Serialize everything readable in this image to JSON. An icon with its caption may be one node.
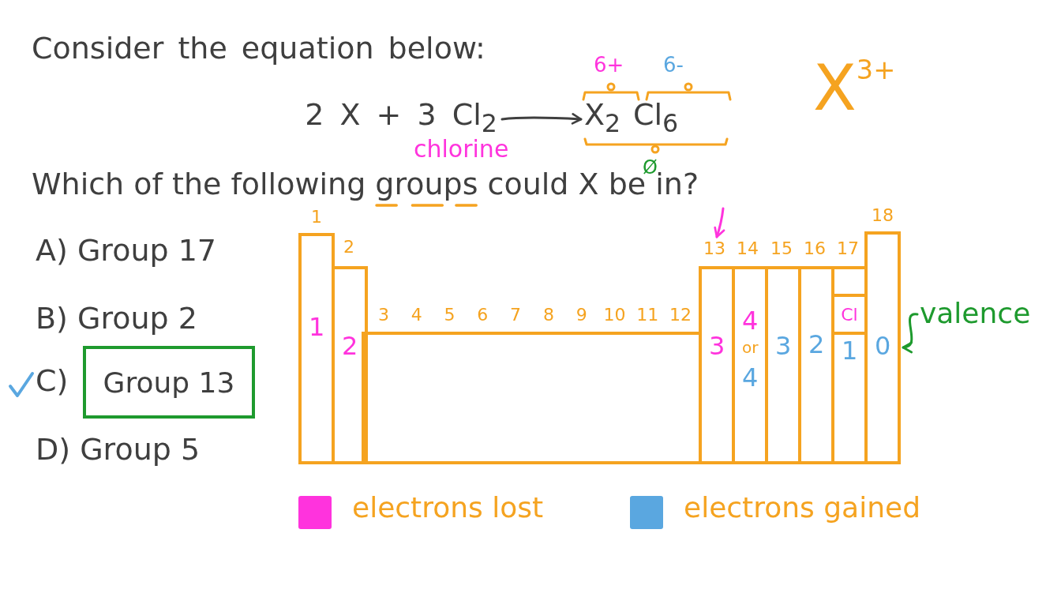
{
  "diagram": {
    "title": "Consider the equation below:",
    "nodes": [
      {
        "text": [
          "2 X + 3 Cl$_{2}$"
        ]
      },
      {
        "text": [
          "X$_{2}$",
          "Cl$_{6}$"
        ]
      },
      {
        "text": [
          "Group 13"
        ],
        "beside": [
          "C)"
        ]
      },
      {
        "text": [
          "1",
          "1"
        ]
      },
      {
        "text": [
          "2",
          "2"
        ]
      },
      {
        "text": [
          "3",
          "4",
          "5",
          "6",
          "7",
          "8",
          "9",
          "10",
          "11",
          "12"
        ]
      },
      {
        "text": [
          "13",
          "3"
        ]
      },
      {
        "text": [
          "14",
          "4",
          "or",
          "4"
        ]
      },
      {
        "text": [
          "15",
          "3"
        ]
      },
      {
        "text": [
          "16",
          "2"
        ]
      },
      {
        "text": [
          "17",
          "1"
        ]
      },
      {
        "text": [
          "Cl"
        ],
        "in": 10
      },
      {
        "text": [
          "18",
          "0"
        ]
      },
      {
        "text": [
          "valence"
        ]
      }
    ],
    "edges": [
      {
        "from": 0,
        "to": 1,
        "arrow": "to"
      },
      {
        "from": null,
        "to": 6,
        "arrow": "to",
        "color": "#ff33dd"
      },
      {
        "from": 13,
        "to": 12,
        "arrow": "to",
        "color": "#1e9a2e"
      }
    ],
    "labels": [
      "6+",
      "6-",
      "X$^{3+}$",
      "chlorine",
      "Ø",
      "Which of the following groups could X be in?",
      "A) Group 17",
      "B) Group 2",
      "D) Group 5"
    ],
    "legend": [
      {
        "text": "electrons lost",
        "color": "#ff33dd"
      },
      {
        "text": "electrons gained",
        "color": "#5aa7e0"
      }
    ]
  }
}
